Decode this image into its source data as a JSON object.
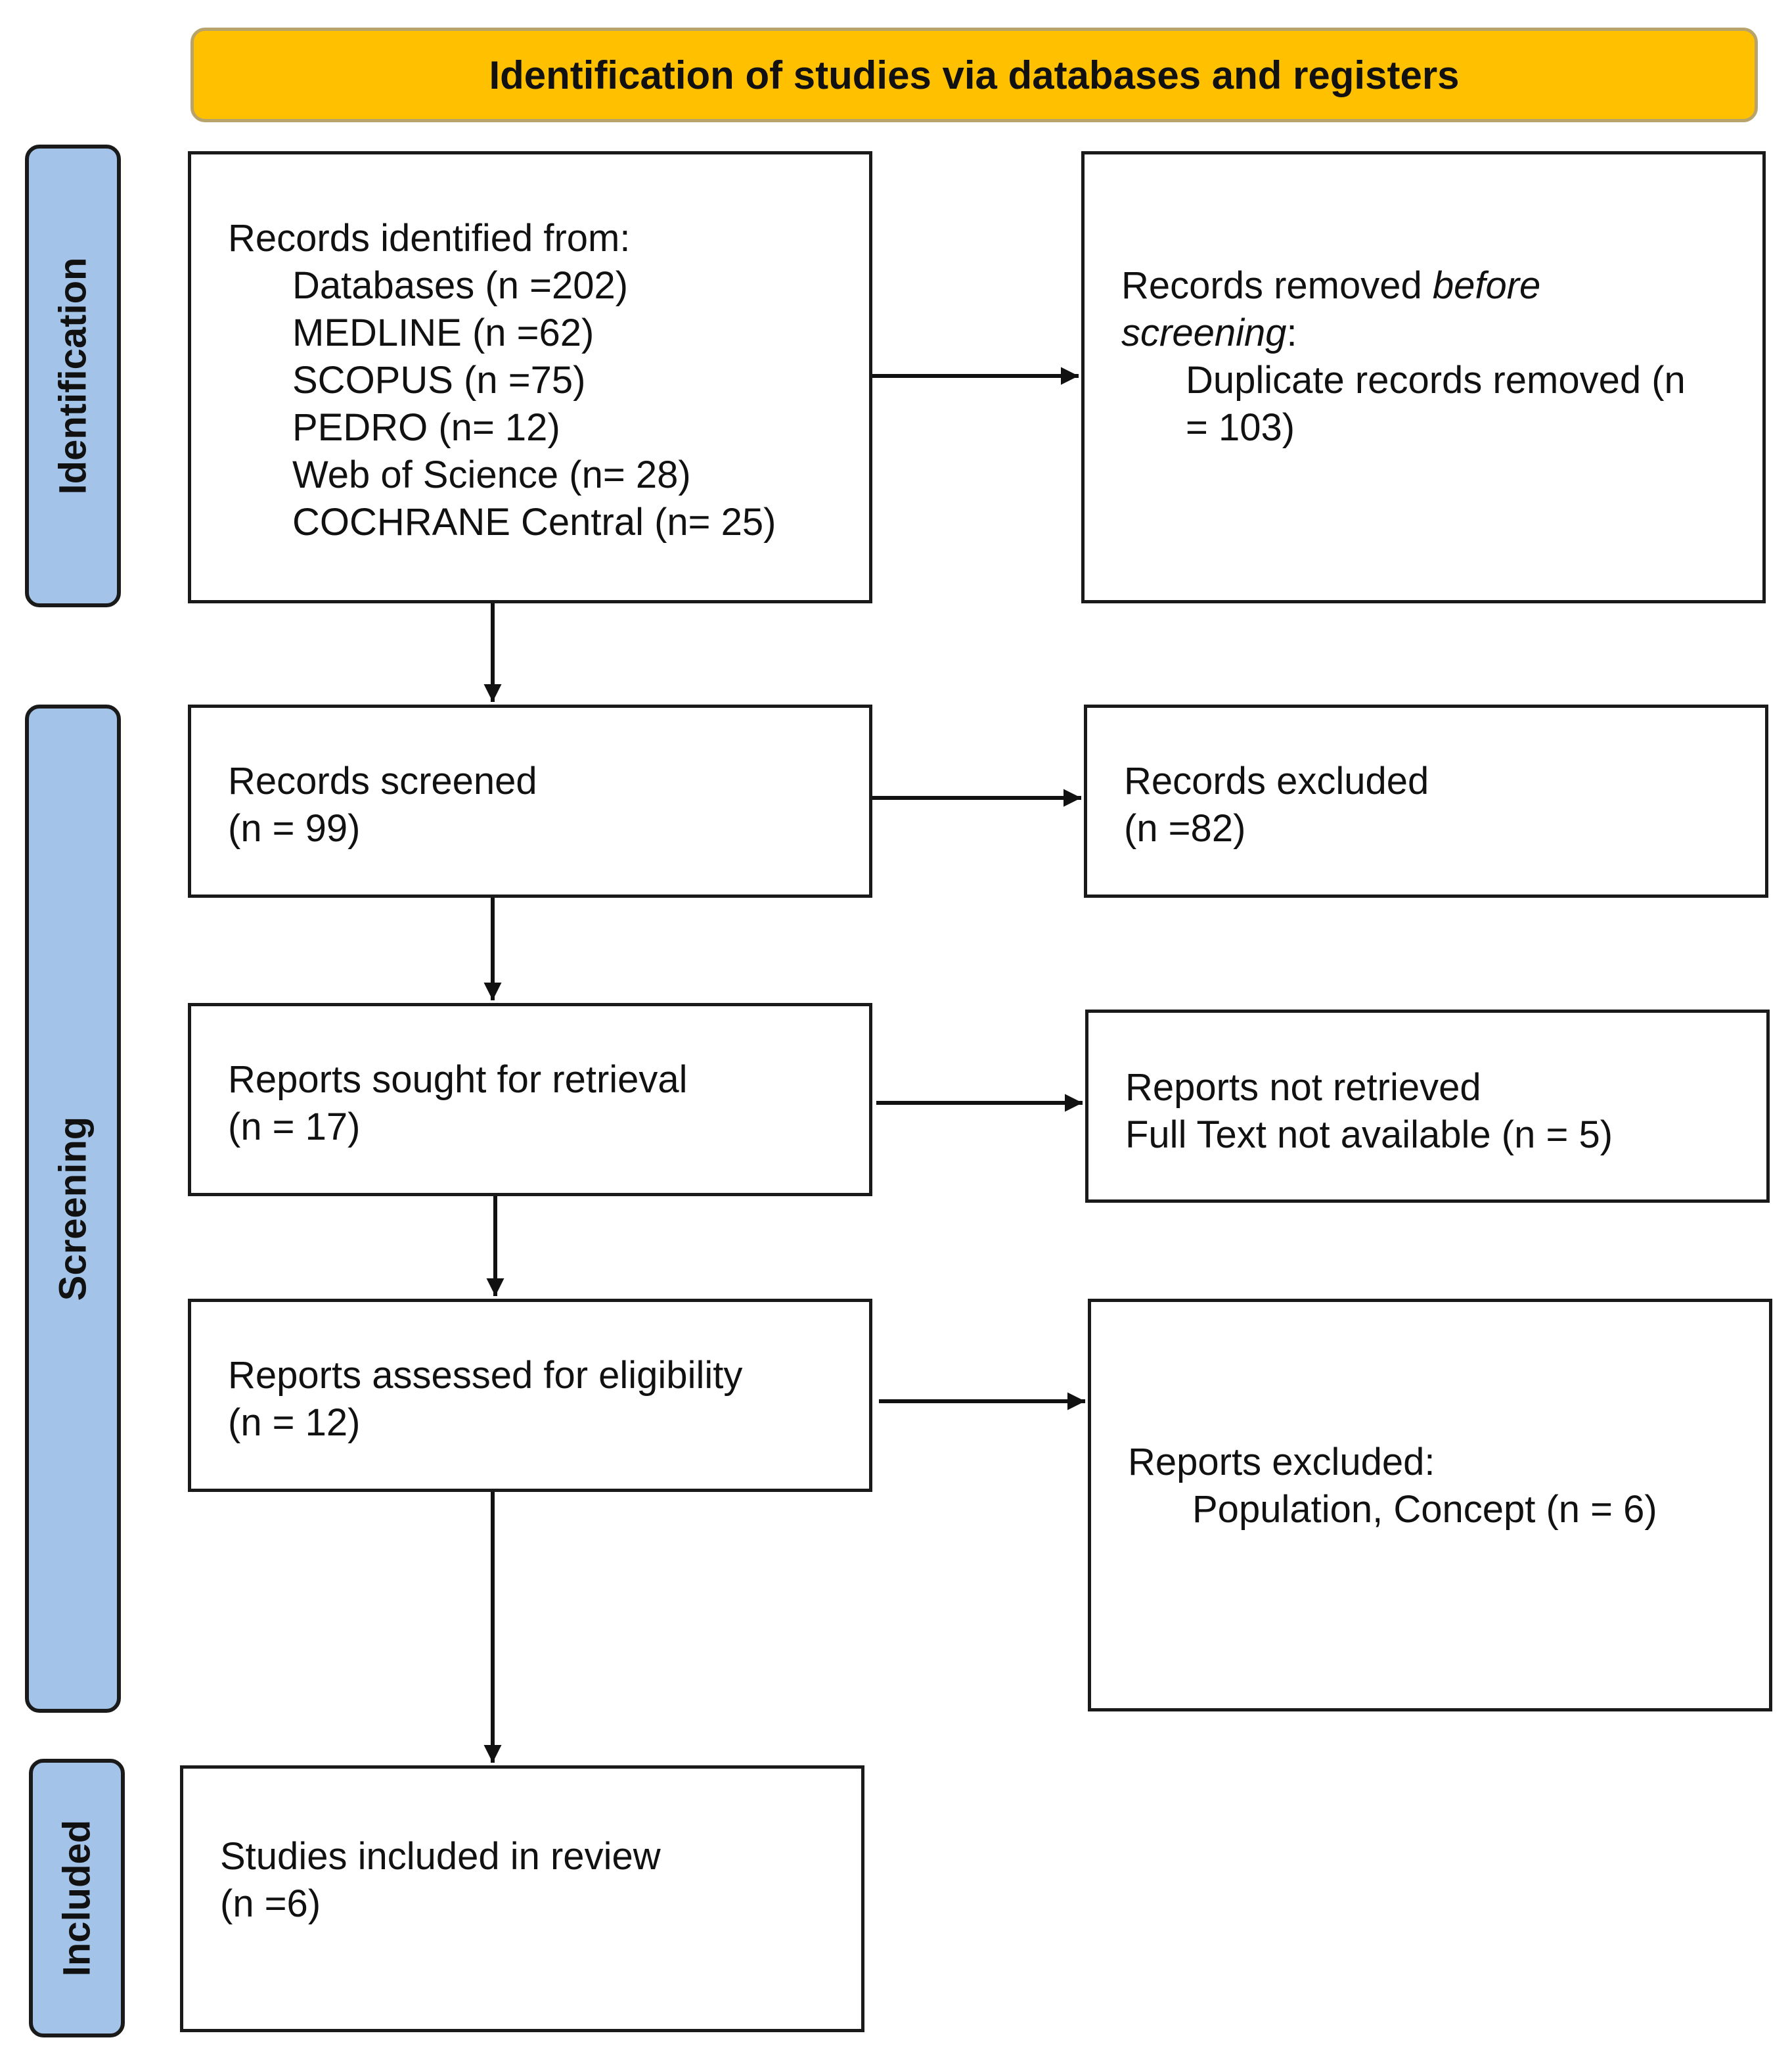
{
  "header": {
    "title": "Identification of studies via databases and registers"
  },
  "phases": {
    "identification": "Identification",
    "screening": "Screening",
    "included": "Included"
  },
  "identified": {
    "heading": "Records identified from:",
    "sources": [
      "Databases (n =202)",
      "MEDLINE (n =62)",
      "SCOPUS (n =75)",
      "PEDRO (n= 12)",
      "Web of Science (n= 28)",
      "COCHRANE Central (n= 25)"
    ]
  },
  "removed": {
    "part1": "Records removed ",
    "part2": "before",
    "part3": "screening",
    "part4": ":",
    "detail_line1": "Duplicate records removed (n",
    "detail_line2": "= 103)"
  },
  "screened": {
    "label": "Records screened",
    "count": "(n = 99)"
  },
  "excluded": {
    "label": "Records excluded",
    "count": "(n =82)"
  },
  "sought": {
    "label": "Reports sought for retrieval",
    "count": "(n = 17)"
  },
  "not_retrieved": {
    "label": "Reports not retrieved",
    "detail": "Full Text not available (n = 5)"
  },
  "assessed": {
    "label": "Reports assessed for eligibility",
    "count": "(n = 12)"
  },
  "reports_excluded": {
    "label": "Reports excluded:",
    "detail": "Population, Concept (n = 6)"
  },
  "included_studies": {
    "label": "Studies included in review",
    "count": "(n =6)"
  }
}
